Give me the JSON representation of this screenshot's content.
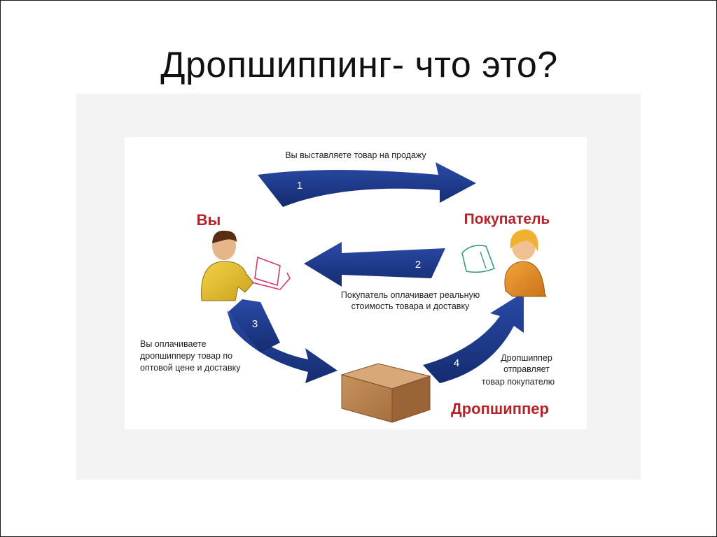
{
  "slide": {
    "title": "Дропшиппинг- что это?"
  },
  "diagram": {
    "actors": {
      "you": "Вы",
      "buyer": "Покупатель",
      "dropshipper": "Дропшиппер"
    },
    "steps": [
      {
        "number": "1",
        "lines": [
          "Вы выставляете товар на продажу"
        ]
      },
      {
        "number": "2",
        "lines": [
          "Покупатель оплачивает реальную",
          "стоимость товара и доставку"
        ]
      },
      {
        "number": "3",
        "lines": [
          "Вы оплачиваете",
          "дропшипперу товар по",
          "оптовой цене и доставку"
        ]
      },
      {
        "number": "4",
        "lines": [
          "Дропшиппер",
          "отправляет",
          "товар покупателю"
        ]
      }
    ],
    "colors": {
      "arrow": "#1d3a8a",
      "actor_label": "#b0242a",
      "caption": "#222222",
      "box": "#b98553"
    },
    "icons": [
      "person-you-icon",
      "computer-icon",
      "person-buyer-icon",
      "computer-outline-icon",
      "box-icon"
    ]
  }
}
